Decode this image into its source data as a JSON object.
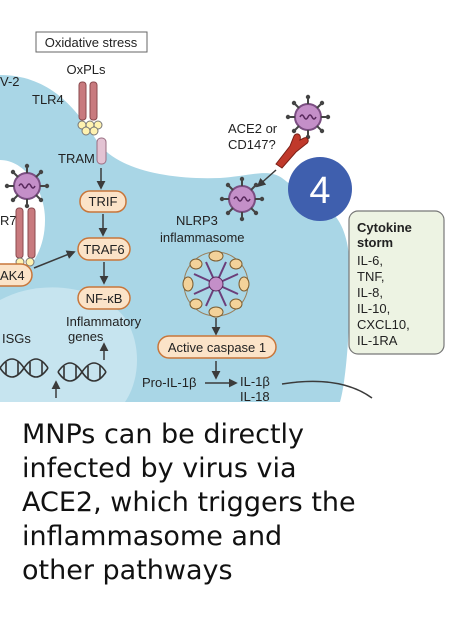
{
  "diagram": {
    "oxidative_stress": "Oxidative stress",
    "edge_text_v2": "V-2",
    "oxpls": "OxPLs",
    "tlr4": "TLR4",
    "tram": "TRAM",
    "trif": "TRIF",
    "traf6": "TRAF6",
    "nfkb": "NF-κB",
    "inflammatory_genes_line1": "Inflammatory",
    "inflammatory_genes_line2": "genes",
    "r7_partial": "R7",
    "ak4_partial": "AK4",
    "isgs": "ISGs",
    "ace2_line1": "ACE2 or",
    "ace2_line2": "CD147?",
    "step_number": "4",
    "nlrp3_line1": "NLRP3",
    "nlrp3_line2": "inflammasome",
    "active_caspase": "Active caspase 1",
    "pro_il1b": "Pro-IL-1β",
    "il1b": "IL-1β",
    "il18": "IL-18",
    "cytokine_title_line1": "Cytokine",
    "cytokine_title_line2": "storm",
    "cytokines": [
      "IL-6,",
      "TNF,",
      "IL-8,",
      "IL-10,",
      "CXCL10,",
      "IL-1RA"
    ]
  },
  "caption_lines": [
    "MNPs can be directly",
    "infected by virus via",
    "ACE2, which triggers the",
    "inflammasome and",
    "other pathways"
  ],
  "colors": {
    "cell": "#a9d6e6",
    "nucleus": "#c6e4ef",
    "pill": "#fbe3c8",
    "pill_border": "#c8763a",
    "receptor": "#c87a7e",
    "badge": "#3f5fae",
    "cytokine_box": "#edf3e3"
  }
}
